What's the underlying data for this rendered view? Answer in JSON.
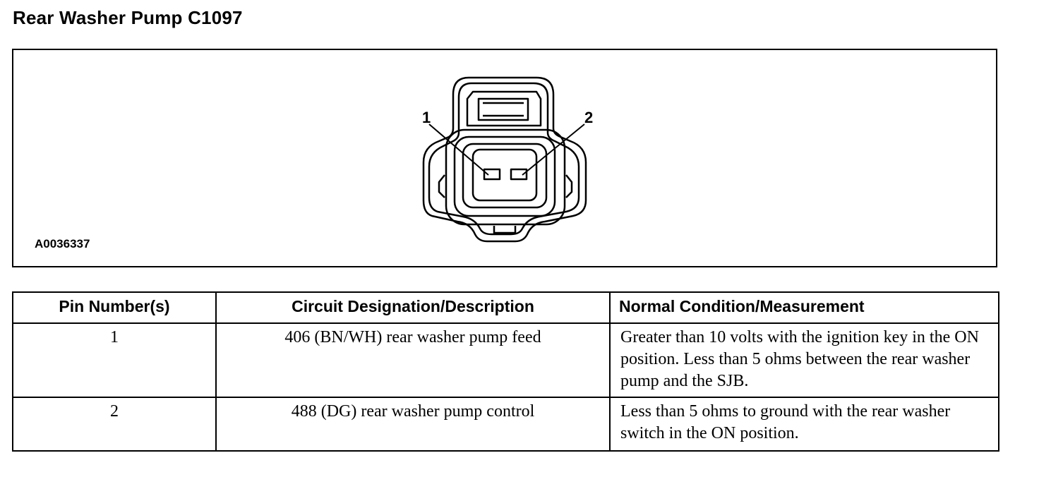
{
  "title": "Rear Washer Pump C1097",
  "diagram": {
    "figure_id": "A0036337",
    "pin_labels": [
      "1",
      "2"
    ]
  },
  "table": {
    "headers": {
      "pin": "Pin Number(s)",
      "circuit": "Circuit Designation/Description",
      "condition": "Normal Condition/Measurement"
    },
    "rows": [
      {
        "pin": "1",
        "circuit": "406 (BN/WH) rear washer pump feed",
        "condition": "Greater than 10 volts with the ignition key in the ON position. Less than 5 ohms between the rear washer pump and the SJB."
      },
      {
        "pin": "2",
        "circuit": "488 (DG) rear washer pump control",
        "condition": "Less than 5 ohms to ground with the rear washer switch in the ON position."
      }
    ]
  }
}
